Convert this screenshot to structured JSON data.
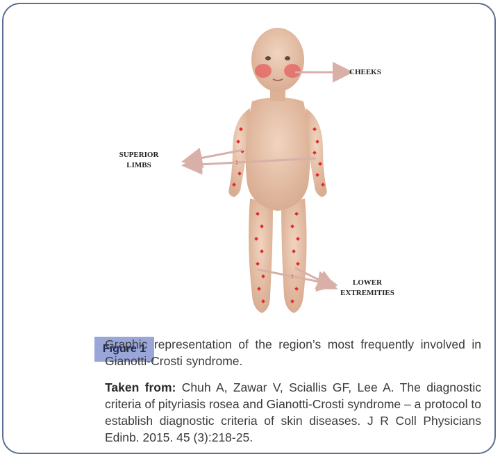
{
  "figure": {
    "badge": "Figure 1",
    "caption": "Graphic representation of the region’s most frequently involved in Gianotti-Crosti syndrome.",
    "source_label": "Taken from:",
    "source_text": " Chuh A, Zawar V, Sciallis GF, Lee A. The diagnostic criteria of pityriasis rosea and Gianotti-Crosti syndrome – a protocol to establish diagnostic criteria of skin diseases. J R Coll Physicians Edinb. 2015. 45 (3):218-25."
  },
  "labels": {
    "cheeks": "CHEEKS",
    "superior_line1": "SUPERIOR",
    "superior_line2": "LIMBS",
    "lower_line1": "LOWER",
    "lower_line2": "EXTREMITIES"
  },
  "colors": {
    "frame": "#5a6f93",
    "badge": "#9aa6d8",
    "skin": "#e8c5ad",
    "lesion": "#e0282e",
    "arrow": "#d8b0a8"
  }
}
